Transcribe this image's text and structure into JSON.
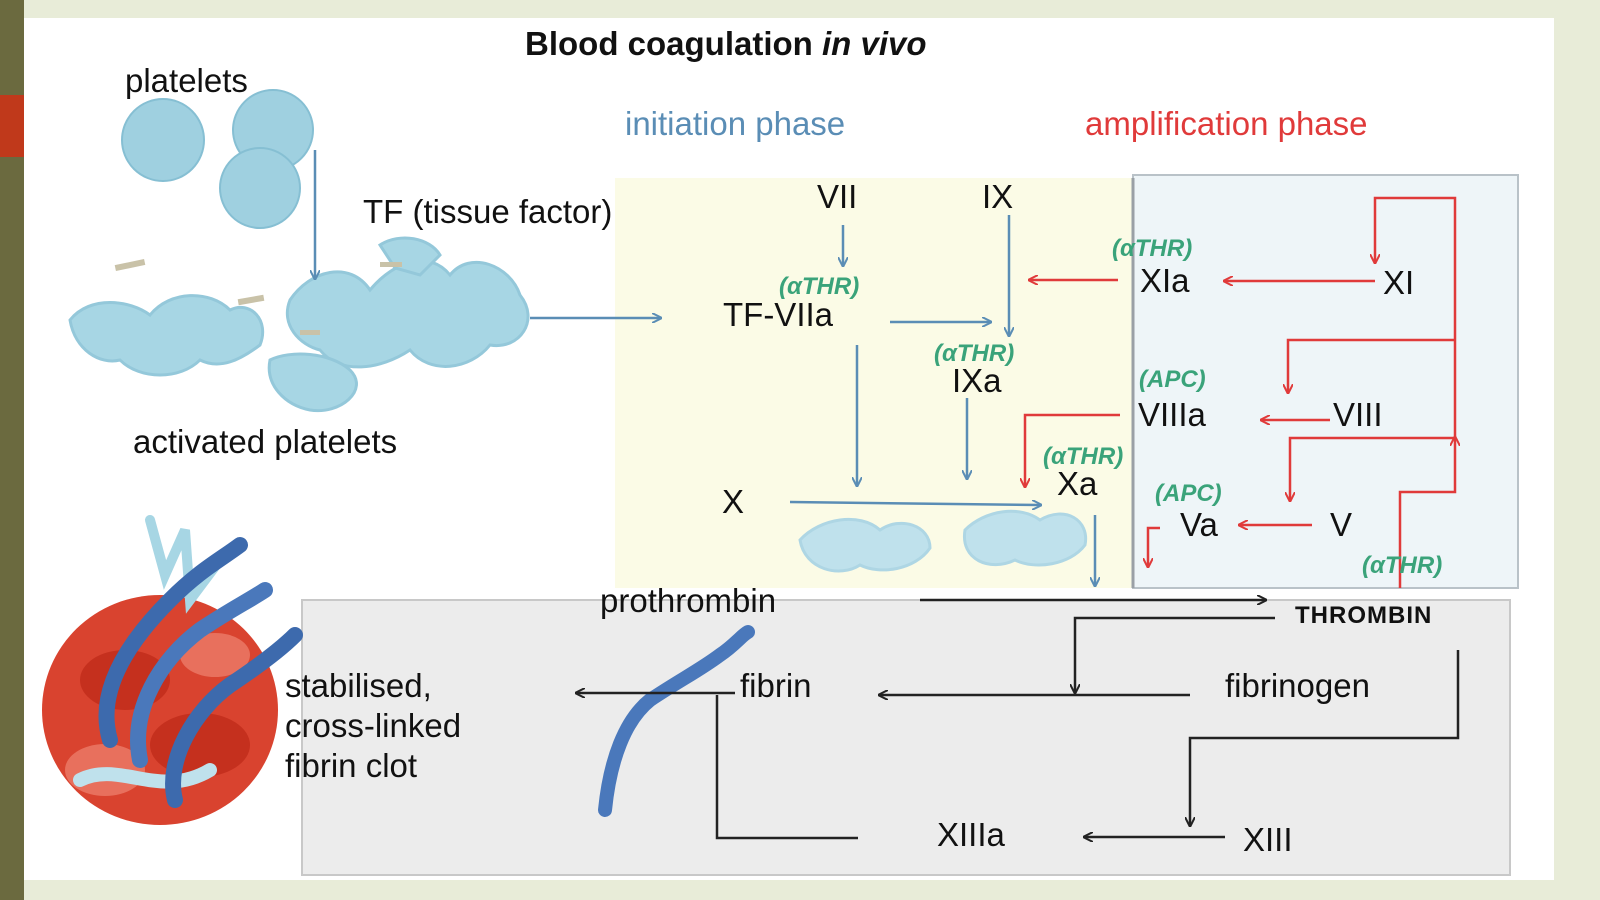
{
  "title": {
    "main": "Blood coagulation",
    "italic": "in vivo"
  },
  "phases": {
    "initiation": "initiation phase",
    "amplification": "amplification phase"
  },
  "cells": {
    "platelets": "platelets",
    "activated_platelets": "activated platelets",
    "tissue_factor": "TF (tissue factor)"
  },
  "factors": {
    "vii": "VII",
    "ix": "IX",
    "tf_viia": "TF-VIIa",
    "ixa": "IXa",
    "x": "X",
    "xa": "Xa",
    "xia": "XIa",
    "xi": "XI",
    "viiia": "VIIIa",
    "viii": "VIII",
    "va": "Va",
    "v": "V",
    "prothrombin": "prothrombin",
    "thrombin": "THROMBIN",
    "fibrin": "fibrin",
    "fibrinogen": "fibrinogen",
    "xiiia": "XIIIa",
    "xiii": "XIII"
  },
  "clot": {
    "line1": "stabilised,",
    "line2": "cross-linked",
    "line3": "fibrin clot"
  },
  "cofactors": {
    "athr_1": "(αTHR)",
    "athr_2": "(αTHR)",
    "athr_3": "(αTHR)",
    "athr_4": "(αTHR)",
    "athr_5": "(αTHR)",
    "apc_1": "(APC)",
    "apc_2": "(APC)"
  },
  "colors": {
    "blue_arrow": "#5a8db5",
    "red_arrow": "#e03a3a",
    "initiation_bg": "#fbfbe6",
    "amplification_bg": "#eef5f8",
    "bottom_bg": "#ececec",
    "cofactor_green": "#3aa37a"
  }
}
